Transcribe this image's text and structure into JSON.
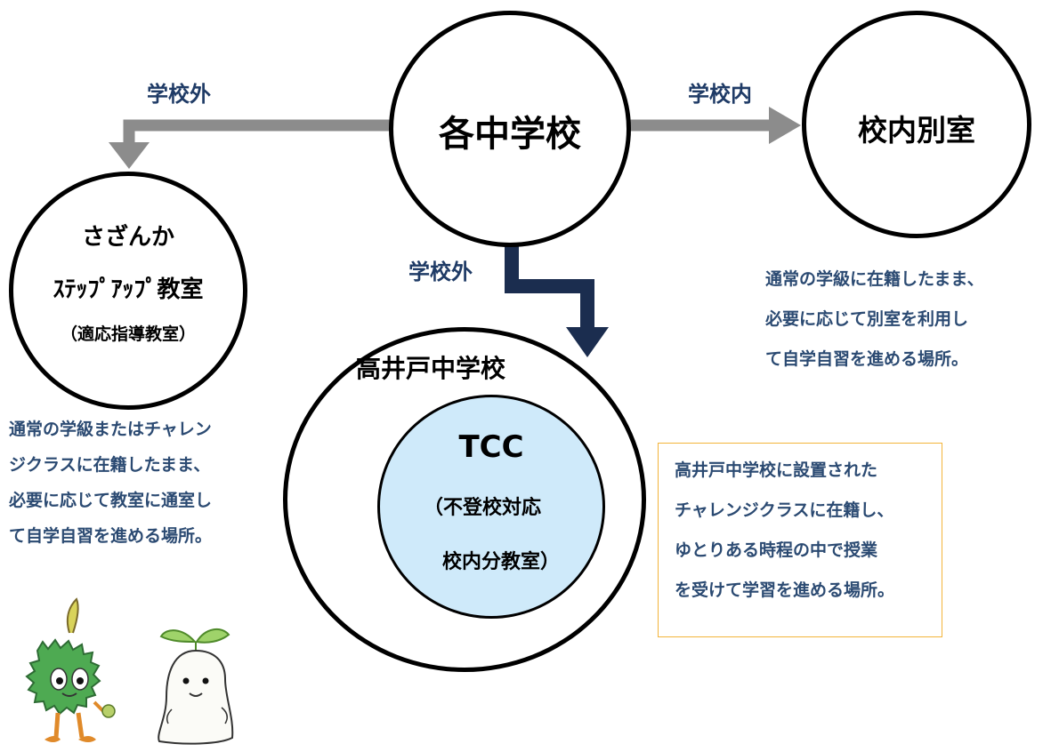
{
  "center_school": {
    "title": "各中学校"
  },
  "right_node": {
    "title": "校内別室",
    "arrow_label": "学校内",
    "description": [
      "通常の学級に在籍したまま、",
      "必要に応じて別室を利用し",
      "て自学自習を進める場所。"
    ]
  },
  "left_node": {
    "arrow_label": "学校外",
    "line1": "さざんか",
    "line2": "ｽﾃｯﾌﾟｱｯﾌﾟ教室",
    "line3": "（適応指導教室）",
    "description": [
      "通常の学級またはチャレン",
      "ジクラスに在籍したまま、",
      "必要に応じて教室に通室し",
      "て自学自習を進める場所。"
    ]
  },
  "bottom_node": {
    "arrow_label": "学校外",
    "title": "高井戸中学校",
    "inner_title": "TCC",
    "inner_line2": "（不登校対応",
    "inner_line3": "校内分教室）",
    "description": [
      "高井戸中学校に設置された",
      "チャレンジクラスに在籍し、",
      "ゆとりある時程の中で授業",
      "を受けて学習を進める場所。"
    ]
  },
  "colors": {
    "gray_arrow": "#8c8c8c",
    "navy_arrow": "#1b2d4f",
    "inner_circle": "#cfeafa",
    "box_border": "#f3b43a",
    "label_text": "#1f3b66"
  },
  "mascots": [
    "mascot-green-character",
    "mascot-sprout-character"
  ]
}
